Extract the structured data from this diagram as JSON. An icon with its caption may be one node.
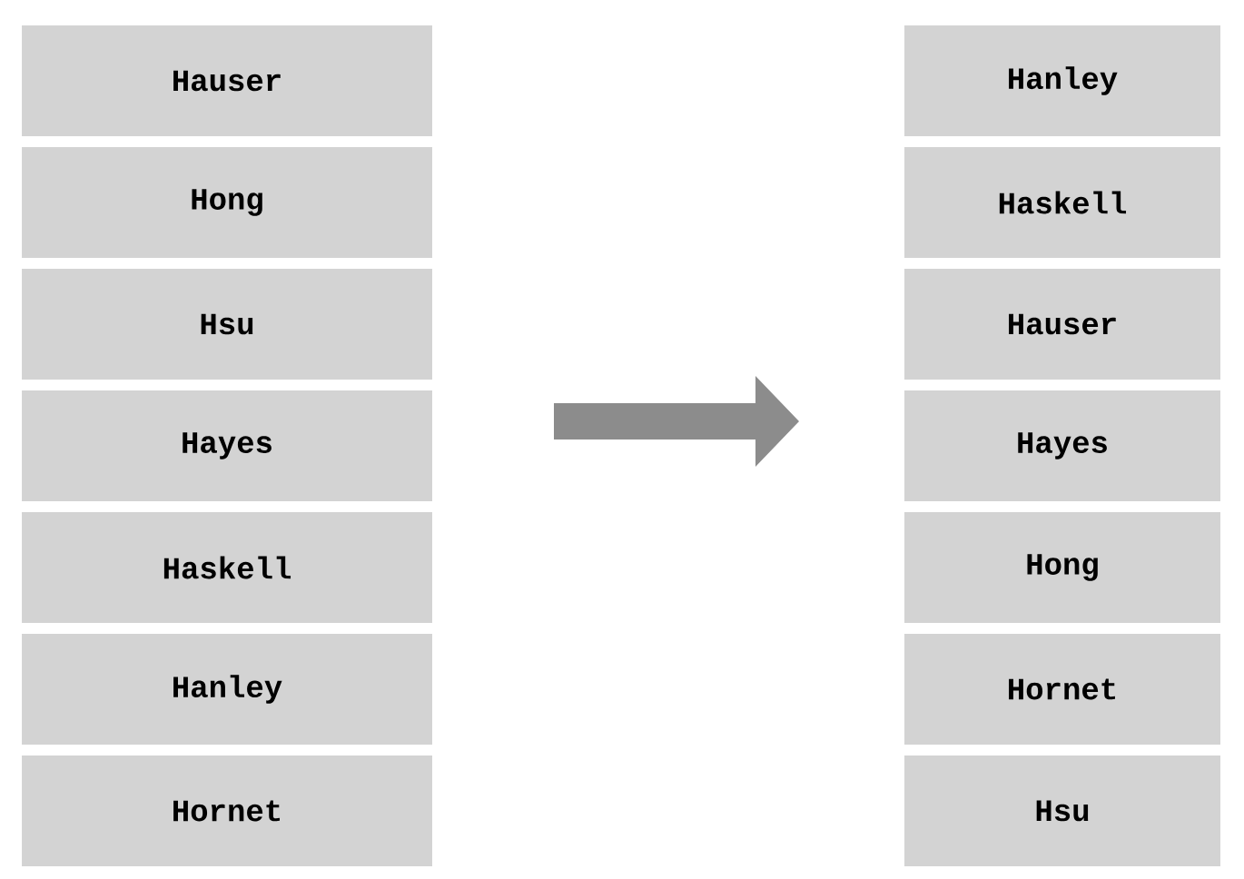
{
  "diagram": {
    "nodes": [
      {
        "text": [
          "Hauser"
        ]
      },
      {
        "text": [
          "Hong"
        ]
      },
      {
        "text": [
          "Hsu"
        ]
      },
      {
        "text": [
          "Hayes"
        ]
      },
      {
        "text": [
          "Haskell"
        ]
      },
      {
        "text": [
          "Hanley"
        ]
      },
      {
        "text": [
          "Hornet"
        ]
      },
      {
        "text": [
          "Hanley"
        ]
      },
      {
        "text": [
          "Haskell"
        ]
      },
      {
        "text": [
          "Hauser"
        ]
      },
      {
        "text": [
          "Hayes"
        ]
      },
      {
        "text": [
          "Hong"
        ]
      },
      {
        "text": [
          "Hornet"
        ]
      },
      {
        "text": [
          "Hsu"
        ]
      }
    ]
  }
}
